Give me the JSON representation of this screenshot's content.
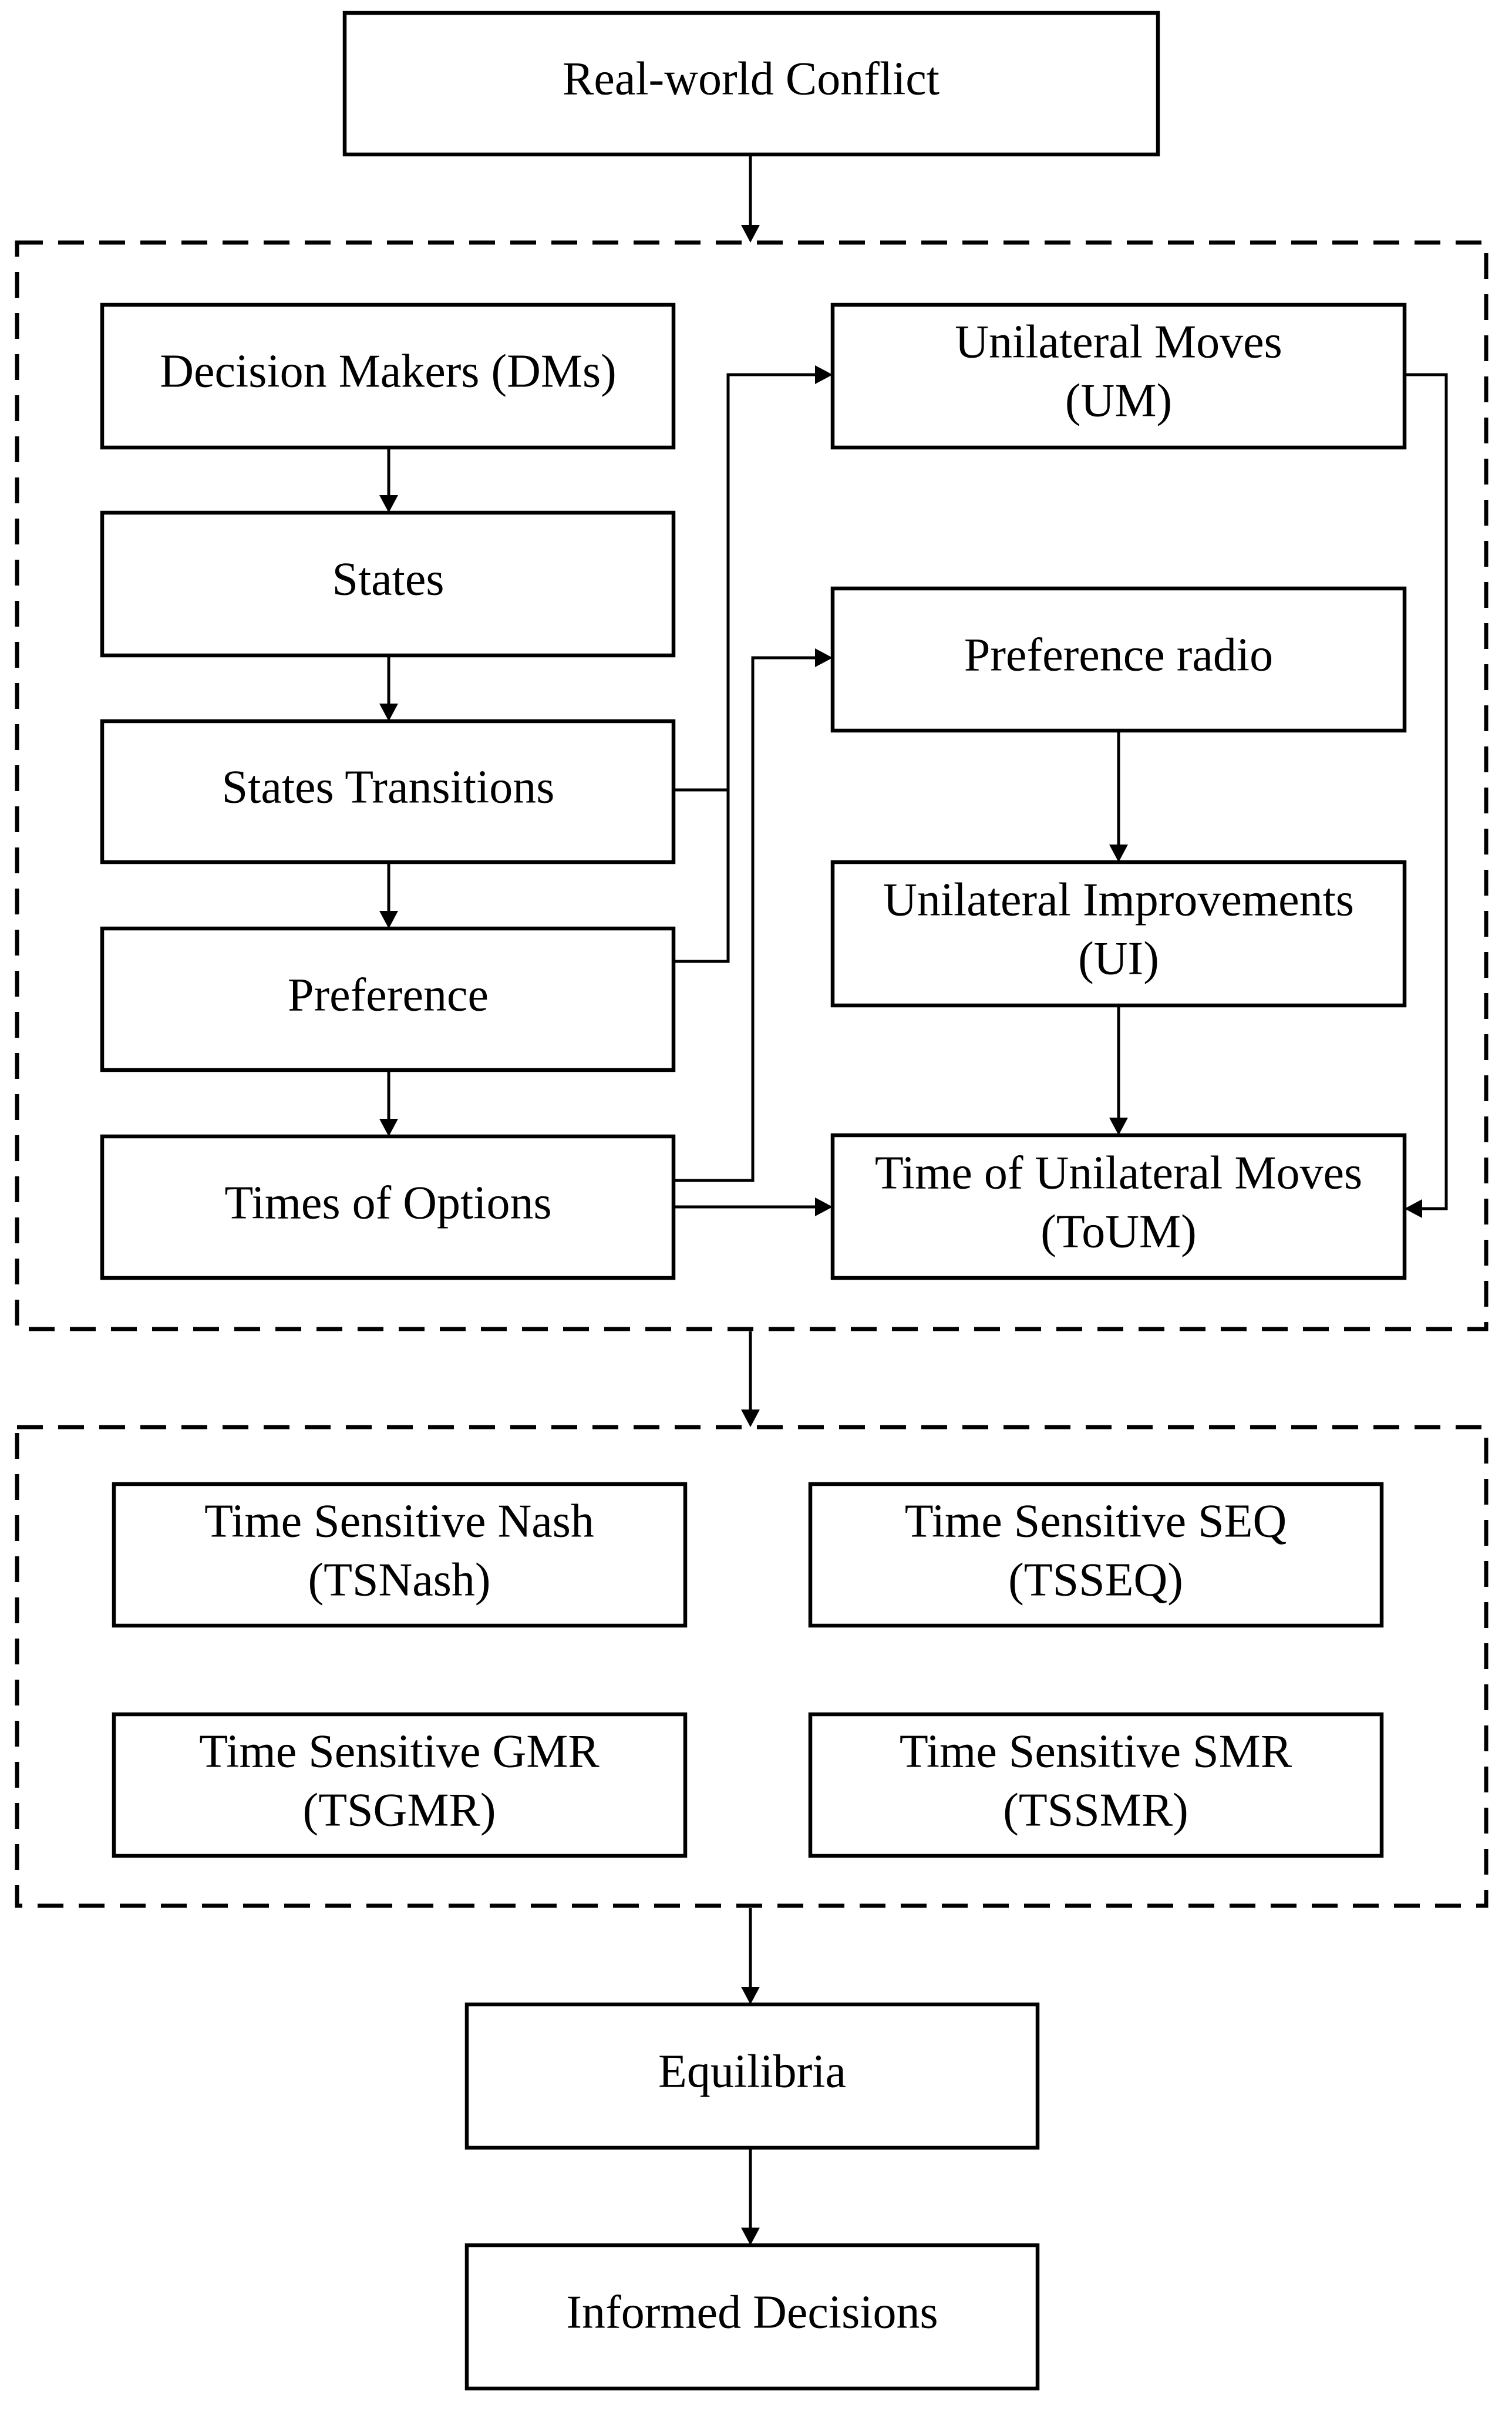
{
  "nodes": {
    "real_world_conflict": "Real-world Conflict",
    "decision_makers": "Decision Makers (DMs)",
    "states": "States",
    "states_transitions": "States Transitions",
    "preference": "Preference",
    "times_of_options": "Times of Options",
    "unilateral_moves": {
      "line1": "Unilateral Moves",
      "line2": "(UM)"
    },
    "preference_radio": "Preference radio",
    "unilateral_improvements": {
      "line1": "Unilateral Improvements",
      "line2": "(UI)"
    },
    "time_of_unilateral_moves": {
      "line1": "Time of Unilateral Moves",
      "line2": "(ToUM)"
    },
    "ts_nash": {
      "line1": "Time Sensitive Nash",
      "line2": "(TSNash)"
    },
    "ts_seq": {
      "line1": "Time Sensitive SEQ",
      "line2": "(TSSEQ)"
    },
    "ts_gmr": {
      "line1": "Time Sensitive GMR",
      "line2": "(TSGMR)"
    },
    "ts_smr": {
      "line1": "Time Sensitive SMR",
      "line2": "(TSSMR)"
    },
    "equilibria": "Equilibria",
    "informed_decisions": "Informed Decisions"
  }
}
